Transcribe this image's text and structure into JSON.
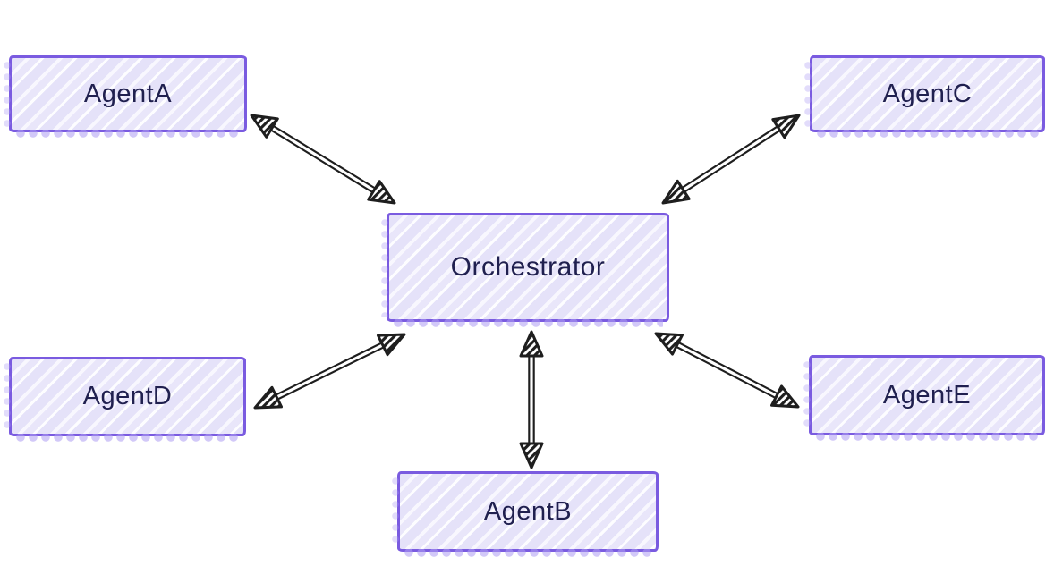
{
  "diagram": {
    "type": "node-link-diagram",
    "style": "hand-drawn",
    "nodes": {
      "orchestrator": {
        "label": "Orchestrator",
        "position": "center"
      },
      "agentA": {
        "label": "AgentA",
        "position": "top-left"
      },
      "agentB": {
        "label": "AgentB",
        "position": "bottom-center"
      },
      "agentC": {
        "label": "AgentC",
        "position": "top-right"
      },
      "agentD": {
        "label": "AgentD",
        "position": "middle-left"
      },
      "agentE": {
        "label": "AgentE",
        "position": "middle-right"
      }
    },
    "edges": [
      {
        "from": "AgentA",
        "to": "Orchestrator",
        "bidirectional": true
      },
      {
        "from": "AgentC",
        "to": "Orchestrator",
        "bidirectional": true
      },
      {
        "from": "AgentD",
        "to": "Orchestrator",
        "bidirectional": true
      },
      {
        "from": "AgentB",
        "to": "Orchestrator",
        "bidirectional": true
      },
      {
        "from": "AgentE",
        "to": "Orchestrator",
        "bidirectional": true
      }
    ],
    "colors": {
      "node_border": "#7a5be0",
      "node_fill": "#e7e4fa",
      "node_fill_streak": "#f8f7fe",
      "node_halo": "#ad9cf3",
      "label_text": "#20204f",
      "arrow": "#1e1e1e",
      "background": "#ffffff"
    }
  }
}
